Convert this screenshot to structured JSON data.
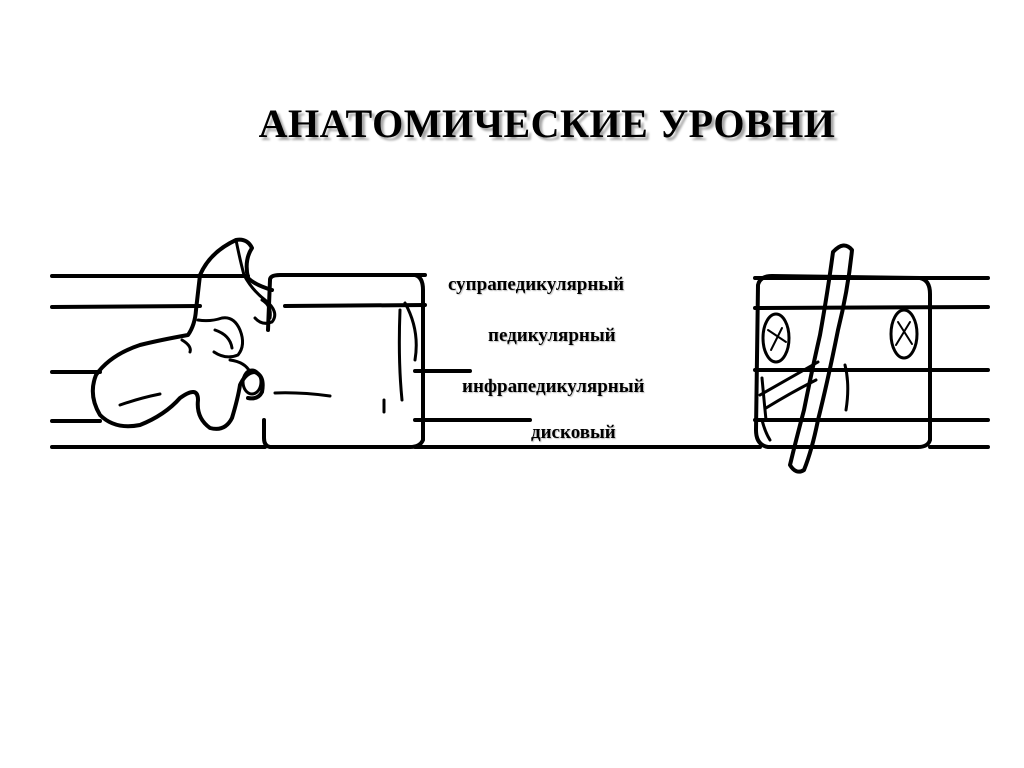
{
  "slide": {
    "title": "АНАТОМИЧЕСКИЕ УРОВНИ"
  },
  "diagram": {
    "levels": {
      "suprapedicular": "супрапедикулярный",
      "pedicular": "педикулярный",
      "infrapedicular": "инфрапедикулярный",
      "discal": "дисковый"
    },
    "line_color": "#000000",
    "background_color": "#ffffff"
  }
}
